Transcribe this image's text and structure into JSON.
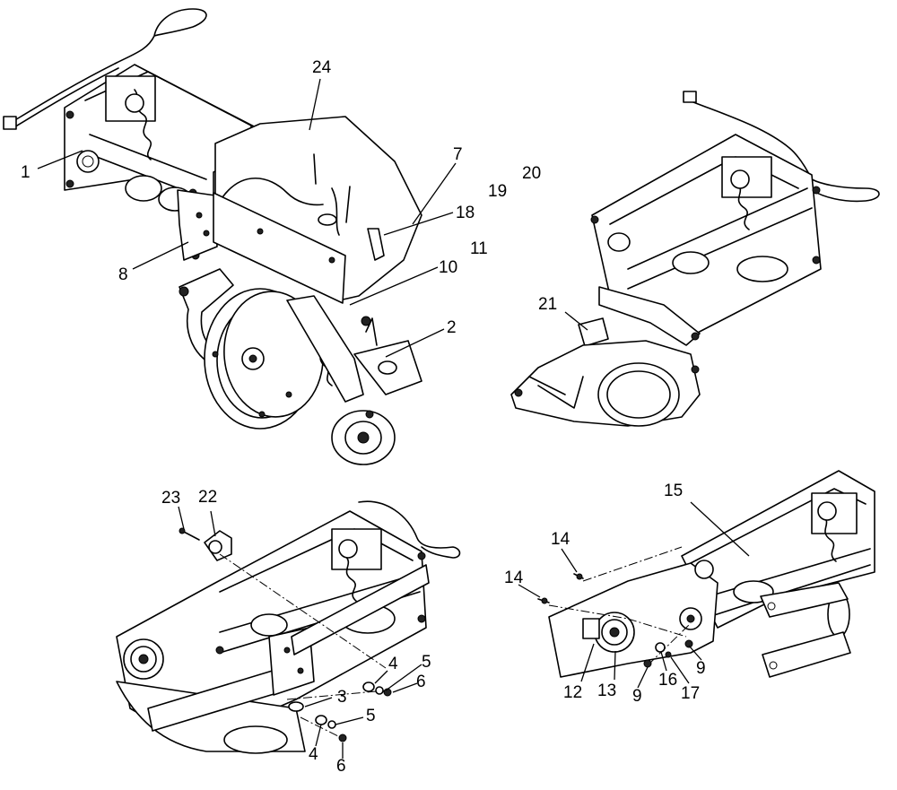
{
  "callouts": {
    "c1": "1",
    "c2": "2",
    "c3": "3",
    "c4a": "4",
    "c4b": "4",
    "c5a": "5",
    "c5b": "5",
    "c6a": "6",
    "c6b": "6",
    "c7": "7",
    "c8": "8",
    "c9a": "9",
    "c9b": "9",
    "c10": "10",
    "c11": "11",
    "c12": "12",
    "c13": "13",
    "c14a": "14",
    "c14b": "14",
    "c15": "15",
    "c16": "16",
    "c17": "17",
    "c18": "18",
    "c19": "19",
    "c20": "20",
    "c21": "21",
    "c22": "22",
    "c23": "23",
    "c24": "24"
  }
}
